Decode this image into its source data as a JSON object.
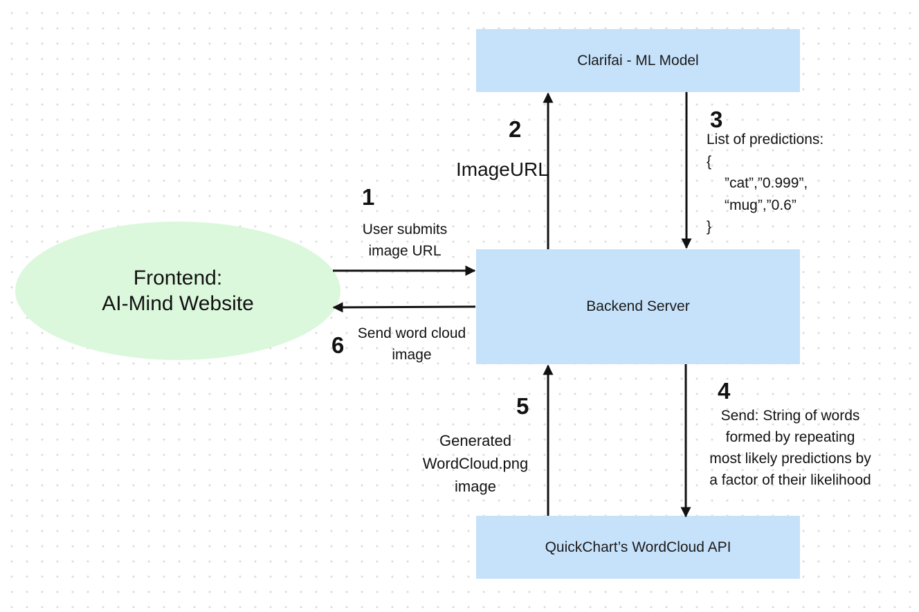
{
  "nodes": {
    "clarifai": "Clarifai - ML Model",
    "backend": "Backend Server",
    "quickchart": "QuickChart’s WordCloud API",
    "frontend_line1": "Frontend:",
    "frontend_line2": "AI-Mind Website"
  },
  "steps": {
    "s1": {
      "num": "1",
      "line1": "User submits",
      "line2": "image URL"
    },
    "s2": {
      "num": "2",
      "label": "ImageURL"
    },
    "s3": {
      "num": "3",
      "title": "List of predictions:",
      "open": "{",
      "line1": "”cat”,”0.999”,",
      "line2": "“mug”,”0.6”",
      "close": "}"
    },
    "s4": {
      "num": "4",
      "line1": "Send: String of words",
      "line2": "formed by repeating",
      "line3": "most likely predictions by",
      "line4": "a factor of their likelihood"
    },
    "s5": {
      "num": "5",
      "line1": "Generated",
      "line2": "WordCloud.png",
      "line3": "image"
    },
    "s6": {
      "num": "6",
      "line1": "Send word cloud",
      "line2": "image"
    }
  },
  "colors": {
    "box": "#c6e2fa",
    "ellipse": "#dbf8dc",
    "arrow": "#111111"
  }
}
